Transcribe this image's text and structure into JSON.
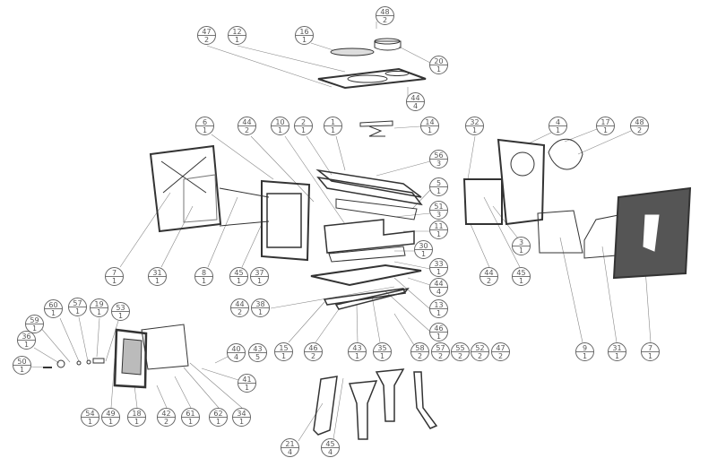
{
  "diagram": {
    "type": "exploded-parts-view",
    "balloons": [
      {
        "part": "47",
        "qty": "2"
      },
      {
        "part": "12",
        "qty": "1"
      },
      {
        "part": "16",
        "qty": "1"
      },
      {
        "part": "48",
        "qty": "2"
      },
      {
        "part": "20",
        "qty": "1"
      },
      {
        "part": "44",
        "qty": "4"
      },
      {
        "part": "6",
        "qty": "1"
      },
      {
        "part": "44",
        "qty": "2"
      },
      {
        "part": "10",
        "qty": "1"
      },
      {
        "part": "2",
        "qty": "1"
      },
      {
        "part": "1",
        "qty": "1"
      },
      {
        "part": "14",
        "qty": "1"
      },
      {
        "part": "56",
        "qty": "3"
      },
      {
        "part": "5",
        "qty": "1"
      },
      {
        "part": "51",
        "qty": "3"
      },
      {
        "part": "11",
        "qty": "1"
      },
      {
        "part": "30",
        "qty": "1"
      },
      {
        "part": "33",
        "qty": "1"
      },
      {
        "part": "44",
        "qty": "4"
      },
      {
        "part": "13",
        "qty": "1"
      },
      {
        "part": "46",
        "qty": "1"
      },
      {
        "part": "7",
        "qty": "1"
      },
      {
        "part": "31",
        "qty": "1"
      },
      {
        "part": "8",
        "qty": "1"
      },
      {
        "part": "45",
        "qty": "1"
      },
      {
        "part": "37",
        "qty": "1"
      },
      {
        "part": "44",
        "qty": "2"
      },
      {
        "part": "38",
        "qty": "1"
      },
      {
        "part": "32",
        "qty": "1"
      },
      {
        "part": "4",
        "qty": "1"
      },
      {
        "part": "17",
        "qty": "1"
      },
      {
        "part": "48",
        "qty": "2"
      },
      {
        "part": "3",
        "qty": "1"
      },
      {
        "part": "44",
        "qty": "2"
      },
      {
        "part": "45",
        "qty": "1"
      },
      {
        "part": "9",
        "qty": "1"
      },
      {
        "part": "31",
        "qty": "1"
      },
      {
        "part": "7",
        "qty": "1"
      },
      {
        "part": "60",
        "qty": "1"
      },
      {
        "part": "57",
        "qty": "1"
      },
      {
        "part": "19",
        "qty": "1"
      },
      {
        "part": "53",
        "qty": "1"
      },
      {
        "part": "59",
        "qty": "1"
      },
      {
        "part": "36",
        "qty": "1"
      },
      {
        "part": "50",
        "qty": "1"
      },
      {
        "part": "40",
        "qty": "4"
      },
      {
        "part": "43",
        "qty": "5"
      },
      {
        "part": "41",
        "qty": "1"
      },
      {
        "part": "54",
        "qty": "1"
      },
      {
        "part": "49",
        "qty": "1"
      },
      {
        "part": "18",
        "qty": "1"
      },
      {
        "part": "42",
        "qty": "2"
      },
      {
        "part": "61",
        "qty": "1"
      },
      {
        "part": "62",
        "qty": "1"
      },
      {
        "part": "34",
        "qty": "1"
      },
      {
        "part": "15",
        "qty": "1"
      },
      {
        "part": "46",
        "qty": "2"
      },
      {
        "part": "43",
        "qty": "1"
      },
      {
        "part": "35",
        "qty": "1"
      },
      {
        "part": "58",
        "qty": "2"
      },
      {
        "part": "57",
        "qty": "2"
      },
      {
        "part": "55",
        "qty": "2"
      },
      {
        "part": "52",
        "qty": "2"
      },
      {
        "part": "47",
        "qty": "2"
      },
      {
        "part": "21",
        "qty": "4"
      },
      {
        "part": "45",
        "qty": "4"
      }
    ]
  }
}
